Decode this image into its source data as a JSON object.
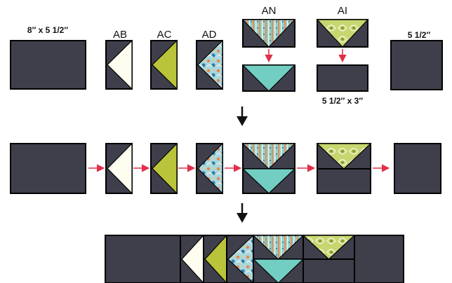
{
  "labels": {
    "dim_large": "8″ x 5 1/2″",
    "ab": "AB",
    "ac": "AC",
    "ad": "AD",
    "an": "AN",
    "ai": "AI",
    "dim_square": "5 1/2″",
    "dim_rect": "5 1/2″ x 3″"
  },
  "colors": {
    "fabric_dark": "#3f3f4b",
    "cream": "#fffdf0",
    "lime": "#b9c43a",
    "aqua": "#72cdc3",
    "floral_blue": "#a9d7df",
    "paisley_green": "#c7d66f",
    "stripe_teal": "#8fd1c8",
    "arrow_red": "#e0304a",
    "arrow_black": "#111111",
    "outline": "#000000"
  },
  "icons": {
    "step_arrow": "arrow-down-icon",
    "flow_arrow": "arrow-right-icon"
  }
}
